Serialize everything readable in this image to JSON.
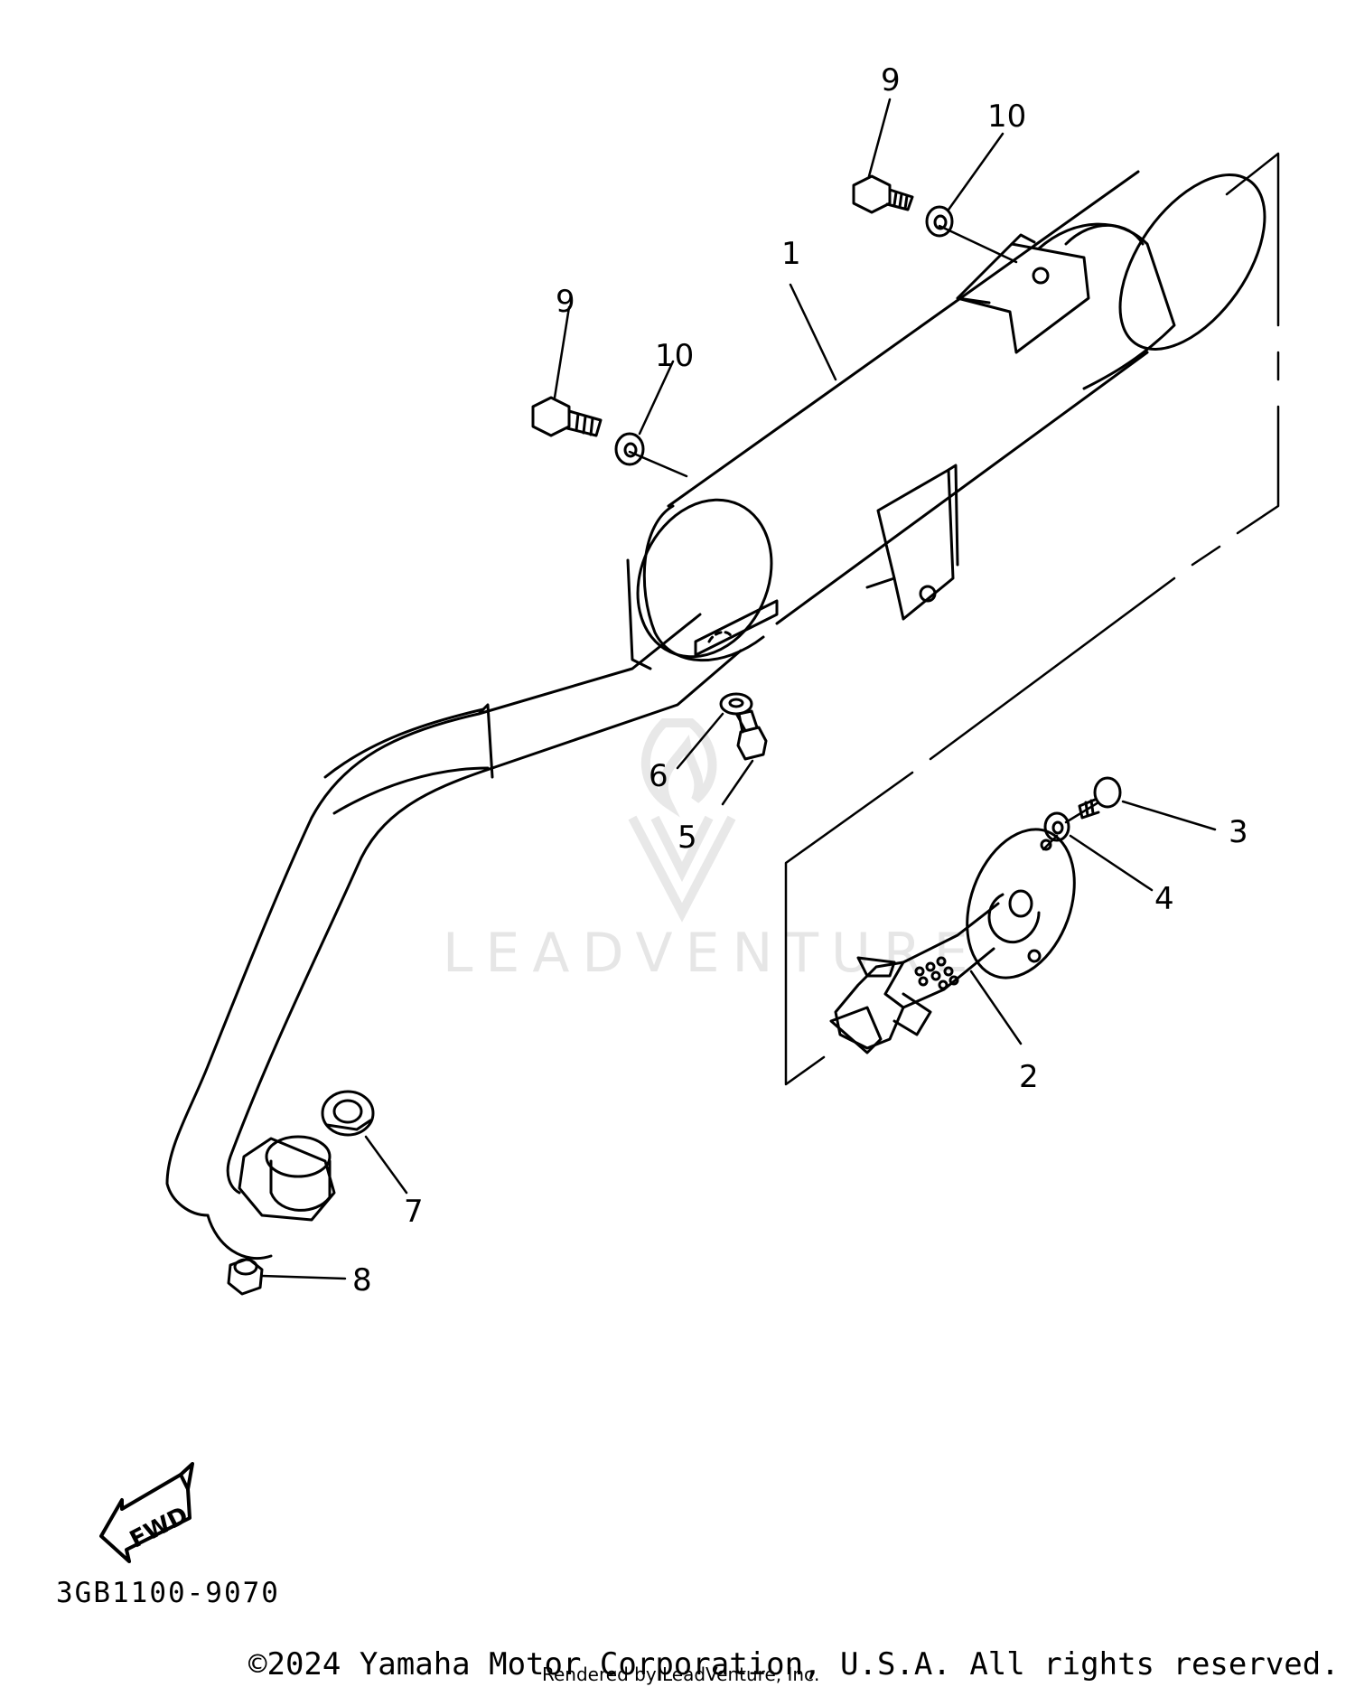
{
  "watermark": {
    "text": "LEADVENTURE",
    "color": "#e6e6e6"
  },
  "callouts": [
    {
      "id": "1",
      "text": "1"
    },
    {
      "id": "2",
      "text": "2"
    },
    {
      "id": "3",
      "text": "3"
    },
    {
      "id": "4",
      "text": "4"
    },
    {
      "id": "5",
      "text": "5"
    },
    {
      "id": "6",
      "text": "6"
    },
    {
      "id": "7",
      "text": "7"
    },
    {
      "id": "8",
      "text": "8"
    },
    {
      "id": "9a",
      "text": "9"
    },
    {
      "id": "9b",
      "text": "9"
    },
    {
      "id": "10a",
      "text": "10"
    },
    {
      "id": "10b",
      "text": "10"
    }
  ],
  "fwd_arrow": {
    "text": "FWD"
  },
  "diagram_code": "3GB1100-9070",
  "copyright": "©2024 Yamaha Motor Corporation, U.S.A. All rights reserved.",
  "rendered_by": "Rendered by LeadVenture, Inc."
}
